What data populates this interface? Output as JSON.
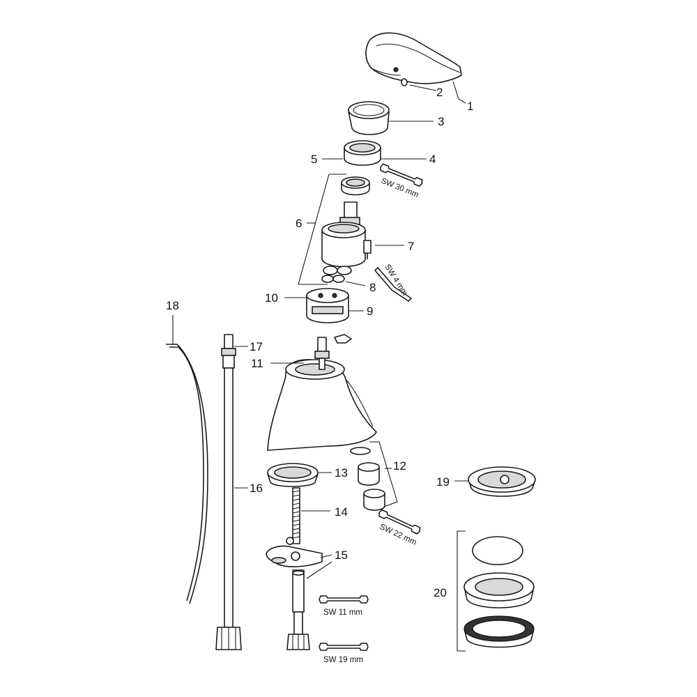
{
  "callouts": {
    "c1": "1",
    "c2": "2",
    "c3": "3",
    "c4": "4",
    "c5": "5",
    "c6": "6",
    "c7": "7",
    "c8": "8",
    "c9": "9",
    "c10": "10",
    "c11": "11",
    "c12": "12",
    "c13": "13",
    "c14": "14",
    "c15": "15",
    "c16": "16",
    "c17": "17",
    "c18": "18",
    "c19": "19",
    "c20": "20"
  },
  "tools": {
    "sw30": "SW 30 mm",
    "sw4": "SW 4 mm",
    "sw22": "SW 22 mm",
    "sw11": "SW 11 mm",
    "sw19": "SW 19 mm"
  }
}
